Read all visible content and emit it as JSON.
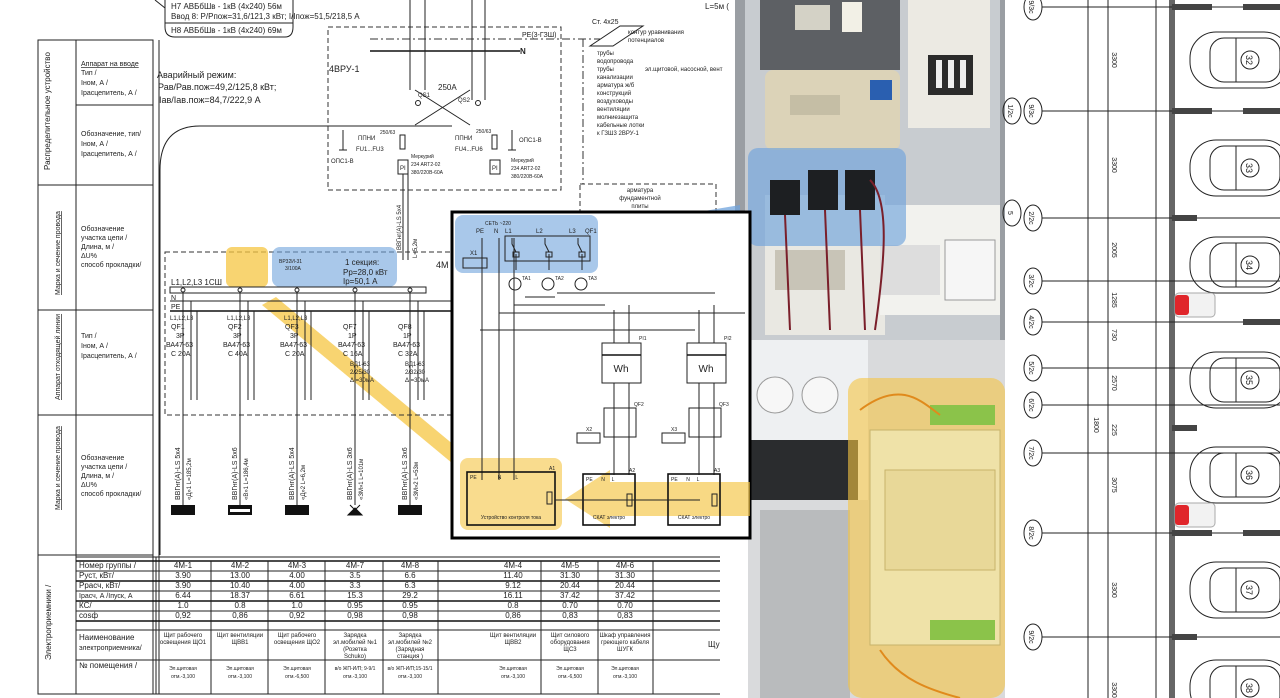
{
  "top_note": {
    "line0": "Н7  АВБбШв - 1кВ (4x240)  56м",
    "line1": "Ввод 8: Р/Рпож=31,6/121,3 кВт; I/Iпож=51,5/218,5 А",
    "line2": "Н8  АВБбШв - 1кВ (4x240)  69м",
    "right": "L=5м ("
  },
  "emergency": {
    "title": "Аварийный режим:",
    "power": "Рав/Рав.пож=49,2/125,8 кВт;",
    "current": "Iав/Iав.пож=84,7/222,9 А"
  },
  "side_table": [
    {
      "heading": "Распределительное устройство",
      "desc1": [
        "Аппарат на вводе",
        "Тип /",
        "Iном, А /",
        "Iрасцепитель, А /"
      ],
      "desc2": [
        "Обозначение, тип/",
        "Iном, А /",
        "Iрасцепитель, А /"
      ]
    },
    {
      "heading": "Марка и сечение провода",
      "desc": [
        "Обозначение",
        "участка цепи /",
        "Длина, м /",
        "ΔU%",
        "способ прокладки/"
      ]
    },
    {
      "heading": "Аппарат отходящей линии",
      "desc": [
        "Тип /",
        "Iном, А /",
        "Iрасцепитель, А /"
      ]
    },
    {
      "heading": "Марка и сечение провода",
      "desc": [
        "Обозначение",
        "участка цепи /",
        "Длина, м /",
        "ΔU%",
        "способ прокладки/"
      ]
    },
    {
      "heading": "Электроприемники /"
    }
  ],
  "input_panel": {
    "name": "4ВРУ-1",
    "switch_rating": "250А",
    "qs1": "QS1",
    "qs2": "QS2",
    "pe_bus": "PE(3-ГЗШ)",
    "n_bus": "N",
    "fuses_left": {
      "type": "ППНИ",
      "rating": "250/63",
      "label": "FU1...FU3"
    },
    "fuses_right": {
      "type": "ППНИ",
      "rating": "250/63",
      "label": "FU4...FU6"
    },
    "spd": "ОПС1-В",
    "meter_left": [
      "Меркурий",
      "234 ART2-02",
      "380/220В-60А"
    ],
    "meter_right": [
      "Меркурий",
      "234 ART2-02",
      "380/220В-60А"
    ],
    "meter_symbol": "PI",
    "cable_label": "ВВГнг(А)-LS 5x4",
    "cable_len": "L=5,2м"
  },
  "grounding": {
    "strip": "Ст. 4х25",
    "contour": [
      "контур уравнивания",
      "потенциалов"
    ],
    "items": [
      "трубы",
      "водопровода",
      "трубы",
      "канализации",
      "арматура ж/б",
      "конструкций",
      "воздуховоды",
      "вентиляции",
      "молниезащита",
      "кабельные лотки",
      "к ГЗШ3 2ВРУ-1"
    ],
    "extra": "эл.щитовой, насосной, вент",
    "foundation": [
      "арматура",
      "фундаментной",
      "плиты"
    ]
  },
  "distribution": {
    "panel": "4М",
    "switch": [
      "ВР32И-31",
      "3/100А"
    ],
    "section": [
      "1 секция:",
      "Рр=28,0 кВт",
      "Iр=50,1 А"
    ],
    "bus_l": "L1,L2,L3 1СШ",
    "bus_n": "N",
    "bus_pe": "PE",
    "breakers": [
      {
        "name": "QF1",
        "poles": "3P",
        "type": "ВА47-63",
        "rating": "С 20А",
        "phase": "L1,L2,L3",
        "rcd": []
      },
      {
        "name": "QF2",
        "poles": "3P",
        "type": "ВА47-63",
        "rating": "С 40А",
        "phase": "L1,L2,L3",
        "rcd": []
      },
      {
        "name": "QF3",
        "poles": "3P",
        "type": "ВА47-63",
        "rating": "С 20А",
        "phase": "L1,L2,L3",
        "rcd": []
      },
      {
        "name": "QF7",
        "poles": "1P",
        "type": "ВА47-63",
        "rating": "С 16А",
        "phase": "",
        "rcd": [
          "ВД1-63",
          "2/25/30",
          "ΔI=30мА"
        ]
      },
      {
        "name": "QF8",
        "poles": "1P",
        "type": "ВА47-63",
        "rating": "С 32А",
        "phase": "",
        "rcd": [
          "ВД1-63",
          "2/32/30",
          "ΔI=30мА"
        ]
      }
    ],
    "cables": [
      {
        "cable": "ВВГнг(А)-LS 5x4",
        "line": "«Д»1 L=185,2м",
        "load": "box"
      },
      {
        "cable": "ВВГнг(А)-LS 5x6",
        "line": "«В»1 L=186,4м",
        "load": "box-hollow"
      },
      {
        "cable": "ВВГнг(А)-LS 5x4",
        "line": "«Д»2 L=6,2м",
        "load": "box"
      },
      {
        "cable": "ВВГнг(А)-LS 3x6",
        "line": "«ЗМ»1 L=101м",
        "load": "charger"
      },
      {
        "cable": "ВВГнг(А)-LS 3x6",
        "line": "«ЗМ»2 L=53м",
        "load": "box"
      }
    ]
  },
  "loads_table": {
    "row_labels": [
      "Номер группы /",
      "Руст, кВт/",
      "Ррасч, кВт/",
      "Iрасч, А /Iпуск, А",
      "КС/",
      "cosф",
      "",
      "Наименование электроприемника/",
      "№ помещения /"
    ],
    "columns": [
      {
        "group": "4М-1",
        "pust": "3.90",
        "prasch": "3.90",
        "irasch": "6.44",
        "ks": "1.0",
        "cos": "0,92",
        "name": "Щит рабочего освещения ЩО1",
        "room": "Эл.щитовая отм.-3,100"
      },
      {
        "group": "4М-2",
        "pust": "13.00",
        "prasch": "10.40",
        "irasch": "18.37",
        "ks": "0.8",
        "cos": "0,86",
        "name": "Щит вентиляции ЩВВ1",
        "room": "Эл.щитовая отм.-3,100"
      },
      {
        "group": "4М-3",
        "pust": "4.00",
        "prasch": "4.00",
        "irasch": "6.61",
        "ks": "1.0",
        "cos": "0,92",
        "name": "Щит рабочего освещения ЩО2",
        "room": "Эл.щитовая отм.-6,500"
      },
      {
        "group": "4М-7",
        "pust": "3.5",
        "prasch": "3.3",
        "irasch": "15.3",
        "ks": "0.95",
        "cos": "0,98",
        "name": "Зарядка эл.мобилей №1 (Розетка Schuko)",
        "room": "в/о ЖП-И/П; 9-9/1 отм.-3,100"
      },
      {
        "group": "4М-8",
        "pust": "6.6",
        "prasch": "6.3",
        "irasch": "29.2",
        "ks": "0.95",
        "cos": "0,98",
        "name": "Зарядка эл.мобилей №2 (Зарядная станция )",
        "room": "в/о ЖП-И/П;15-15/1 отм.-3,100"
      },
      {
        "group": "4М-4",
        "pust": "11.40",
        "prasch": "9.12",
        "irasch": "16.11",
        "ks": "0.8",
        "cos": "0,86",
        "name": "Щит вентиляции ЩВВ2",
        "room": "Эл.щитовая отм.-3,100"
      },
      {
        "group": "4М-5",
        "pust": "31.30",
        "prasch": "20.44",
        "irasch": "37.42",
        "ks": "0.70",
        "cos": "0,83",
        "name": "Щит силового оборудования ЩС3",
        "room": "Эл.щитовая отм.-6,500"
      },
      {
        "group": "4М-6",
        "pust": "31.30",
        "prasch": "20.44",
        "irasch": "37.42",
        "ks": "0.70",
        "cos": "0,83",
        "name": "Шкаф управления греющего кабеля ШУГК",
        "room": "Эл.щитовая отм.-3,100"
      }
    ],
    "cut_off": "Щу"
  },
  "wiring_diagram": {
    "network": "СЕТЬ ~220",
    "pe": "PE",
    "n": "N",
    "l1": "L1",
    "l2": "L2",
    "l3": "L3",
    "qf1": "QF1",
    "x1": "X1",
    "x2": "X2",
    "x3": "X3",
    "ta": [
      "TA1",
      "TA2",
      "TA3"
    ],
    "meters": [
      "PI1",
      "PI2"
    ],
    "meter_symbol": "Wh",
    "qf2": "QF2",
    "qf3": "QF3",
    "a1": "A1",
    "a2": "A2",
    "a3": "A3",
    "term_pe": "PE",
    "term_n": "N",
    "term_l": "L",
    "a1_caption": "Устройство контроля тока",
    "a2_caption": "СКАТ электро",
    "a3_caption": "СКАТ электро"
  },
  "parking_plan": {
    "axes": [
      "9/3с",
      "9/3с",
      "1/2с",
      "2/2с",
      "5",
      "3/2с",
      "4/2с",
      "5/2с",
      "6/2с",
      "7/2с",
      "8/2с",
      "9/2с"
    ],
    "dimensions": [
      "3300",
      "3300",
      "2005",
      "1285",
      "730",
      "2570",
      "1800",
      "225",
      "3075",
      "3300",
      "3300"
    ],
    "spots": [
      "32",
      "33",
      "34",
      "35",
      "36",
      "37",
      "38"
    ]
  },
  "colors": {
    "blue_highlight": "#6fa3dc",
    "yellow_highlight": "#f5c542",
    "charger_red": "#e0262b"
  }
}
